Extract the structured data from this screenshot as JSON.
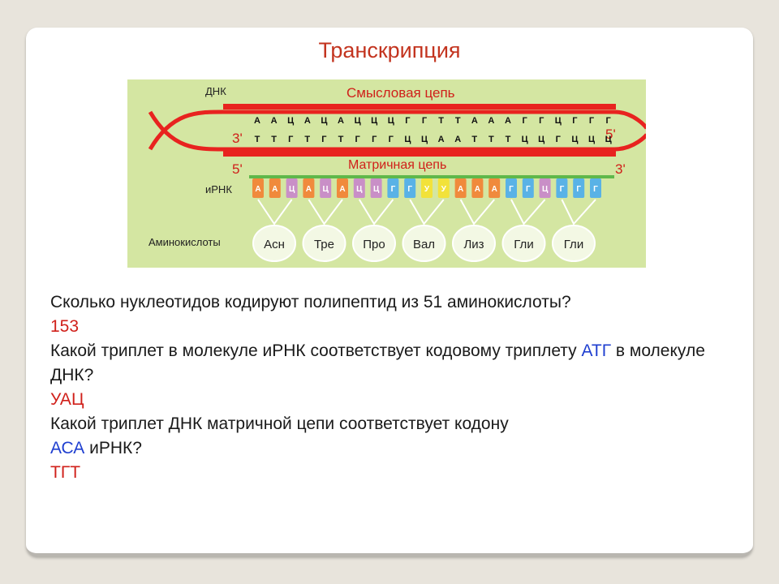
{
  "title": "Транскрипция",
  "figure": {
    "dna_label": "ДНК",
    "sense_label": "Смысловая цепь",
    "template_label": "Матричная цепь",
    "mrna_label": "иРНК",
    "amino_label": "Аминокислоты",
    "end_3_left": "3'",
    "end_5_right": "5'",
    "end_5_left": "5'",
    "end_3_right": "3'",
    "sense_seq": [
      "А",
      "А",
      "Ц",
      "А",
      "Ц",
      "А",
      "Ц",
      "Ц",
      "Ц",
      "Г",
      "Г",
      "Т",
      "Т",
      "А",
      "А",
      "А",
      "Г",
      "Г",
      "Ц",
      "Г",
      "Г",
      "Г"
    ],
    "template_seq": [
      "Т",
      "Т",
      "Г",
      "Т",
      "Г",
      "Т",
      "Г",
      "Г",
      "Г",
      "Ц",
      "Ц",
      "А",
      "А",
      "Т",
      "Т",
      "Т",
      "Ц",
      "Ц",
      "Г",
      "Ц",
      "Ц",
      "Ц"
    ],
    "mrna_seq": [
      "А",
      "А",
      "Ц",
      "А",
      "Ц",
      "А",
      "Ц",
      "Ц",
      "Г",
      "Г",
      "У",
      "У",
      "А",
      "А",
      "А",
      "Г",
      "Г",
      "Ц",
      "Г",
      "Г",
      "Г"
    ],
    "amino_acids": [
      "Асн",
      "Тре",
      "Про",
      "Вал",
      "Лиз",
      "Гли",
      "Гли"
    ],
    "colors": {
      "А": "#f08a3c",
      "Ц": "#c98fc7",
      "Г": "#59b2e6",
      "У": "#f2e23a",
      "strand": "#e8231f",
      "background": "#d4e6a2"
    }
  },
  "qa": {
    "q1": "Сколько нуклеотидов кодируют полипептид из 51 аминокислоты?",
    "a1": "153",
    "q2_start": "Какой триплет в молекуле иРНК соответствует кодовому триплету ",
    "q2_highlight": "АТГ",
    "q2_end": " в молекуле ДНК?",
    "a2": "УАЦ",
    "q3": "Какой триплет ДНК матричной цепи соответствует кодону",
    "q4_highlight": "АСА",
    "q4_end": " иРНК?",
    "a3": "ТГТ"
  }
}
